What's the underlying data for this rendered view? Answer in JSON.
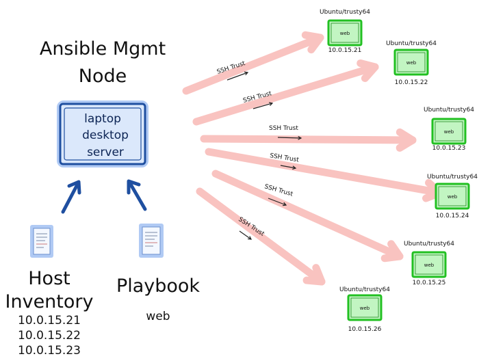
{
  "mgmt_node": {
    "title_line1": "Ansible Mgmt",
    "title_line2": "Node",
    "box_lines": [
      "laptop",
      "desktop",
      "server"
    ]
  },
  "host_inventory": {
    "title_line1": "Host",
    "title_line2": "Inventory",
    "ips": [
      "10.0.15.21",
      "10.0.15.22",
      "10.0.15.23"
    ]
  },
  "playbook": {
    "title": "Playbook",
    "subtitle": "web"
  },
  "ssh_label": "SSH Trust",
  "targets": [
    {
      "os": "Ubuntu/trusty64",
      "role": "web",
      "ip": "10.0.15.21"
    },
    {
      "os": "Ubuntu/trusty64",
      "role": "web",
      "ip": "10.0.15.22"
    },
    {
      "os": "Ubuntu/trusty64",
      "role": "web",
      "ip": "10.0.15.23"
    },
    {
      "os": "Ubuntu/trusty64",
      "role": "web",
      "ip": "10.0.15.24"
    },
    {
      "os": "Ubuntu/trusty64",
      "role": "web",
      "ip": "10.0.15.25"
    },
    {
      "os": "Ubuntu/trusty64",
      "role": "web",
      "ip": "10.0.15.26"
    }
  ],
  "colors": {
    "ssh_arrow": "#f9c3c0",
    "node_border": "#1f4fa0",
    "node_fill": "#dbe8fb",
    "node_glow": "#8fb4ef",
    "target_border": "#22c022",
    "target_fill": "#c2f5c2",
    "doc_glow": "#8fb4ef"
  }
}
